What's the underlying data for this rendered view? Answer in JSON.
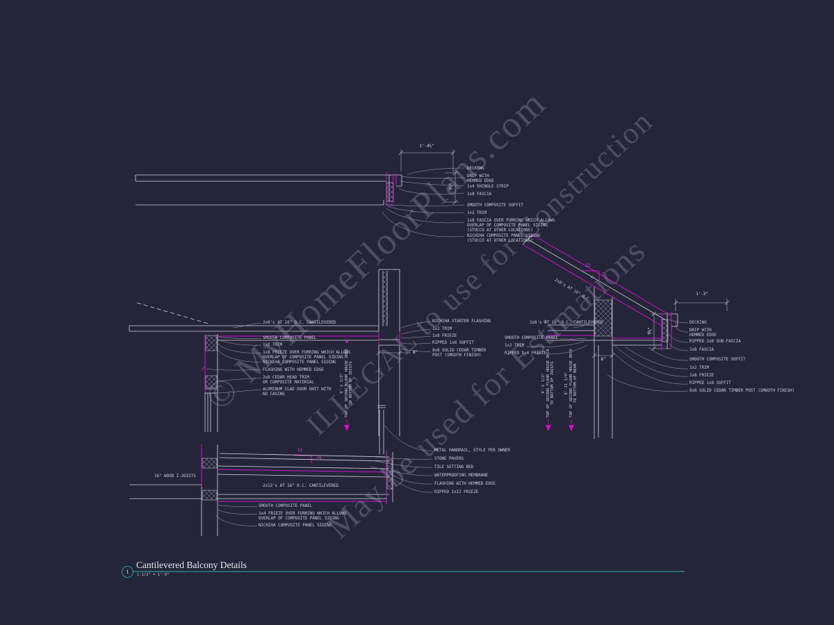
{
  "colors": {
    "background": "#252539",
    "linework": "#d4d4e0",
    "accent_magenta": "#d012d0",
    "title_teal": "#2e98a2",
    "watermark": "#9898ba"
  },
  "watermark": {
    "line1": "© MyHomeFloorPlans.com",
    "line2": "ILLEGAL to use for Construction",
    "line3": "May be used for Estimations"
  },
  "title_block": {
    "detail_number": "1",
    "title": "Cantilevered Balcony Details",
    "scale": "1-1/2\" = 1'-0\""
  },
  "detail_roof_fascia": {
    "dims": {
      "overhang": "1'-4½\"",
      "fascia_height": "9¼\""
    },
    "callouts": [
      "DECKING",
      "DRIP WITH\nHEMMED EDGE",
      "1x4 SHINGLE STRIP",
      "1x8 FASCIA",
      "SMOOTH COMPOSITE SOFFIT",
      "1x2 TRIM",
      "1x8 FASCIA OVER FURRING WHICH ALLOWS\nOVERLAP OF COMPOSITE PANEL SIDING\n(STUCCO AT OTHER LOCATIONS)",
      "NICHIHA COMPOSITE PANEL SIDING\n(STUCCO AT OTHER LOCATIONS)"
    ]
  },
  "detail_balcony_door": {
    "framing_label": "2x8's AT 16\" O.C. CANTILEVERED",
    "callouts_left": [
      "SMOOTH COMPOSITE PANEL",
      "1x2 TRIM",
      "1x8 FRIEZE OVER FURRING WHICH ALLOWS\nOVERLAP OF COMPOSITE PANEL SIDING",
      "NICHIHA COMPOSITE PANEL SIDING",
      "FLASHING WITH HEMMED EDGE",
      "2x8 CEDAR HEAD TRIM\nOR COMPOSITE MATERIAL",
      "ALUMINUM CLAD DOOR UNIT WITH\nNO CASING"
    ],
    "callouts_right": [
      "NICHIHA STARTER FLASHING",
      "1x2 TRIM",
      "1x8 FRIEZE",
      "RIPPED 1x8 SOFFIT",
      "8x8 SOLID CEDAR TIMBER\nPOST (SMOOTH FINISH)"
    ],
    "dims": {
      "post_width": "8\"",
      "height_joists": "9'-1 1/2\"\nTOP OF SECOND FLOOR HOUSE DECK\nTO BOTTOM OF JOISTS"
    }
  },
  "detail_sloped_roof": {
    "framing_label": "2x8's AT 16\" O.C. CANTILEVERED",
    "rafter_label": "2x8's AT 16\" O.C.",
    "slope": {
      "run": "12",
      "rise": "7"
    },
    "callouts_left": [
      "SMOOTH COMPOSITE PANEL",
      "1x2 TRIM",
      "RIPPED 1x4 FRIEZE"
    ],
    "callouts_right": [
      "DECKING",
      "DRIP WITH\nHEMMED EDGE",
      "RIPPED 2x8 SUB-FASCIA",
      "1x8 FASCIA",
      "SMOOTH COMPOSITE SOFFIT",
      "1x2 TRIM",
      "1x8 FRIEZE",
      "RIPPED 1x8 SOFFIT",
      "8x8 SOLID CEDAR TIMBER POST (SMOOTH FINISH)"
    ],
    "dims": {
      "overhang": "1'-3\"",
      "fascia_height": "9¼\"",
      "post_width": "8\"",
      "height_joists": "9'-1 1/2\"\nTOP OF SECOND FLOOR HOUSE DECK\nTO BOTTOM OF JOISTS",
      "height_beam": "8'-11 1/4\"\nTOP OF SECOND FLOOR HOUSE DECK\nTO BOTTOM OF BEAM"
    }
  },
  "detail_balcony_floor": {
    "joist_label": "16\" WOOD I-JOISTS",
    "framing_label": "2x12's AT 16\" O.C. CANTILEVERED",
    "slope": {
      "run": "12",
      "rise": ".25"
    },
    "callouts_left": [
      "SMOOTH COMPOSITE PANEL",
      "1x4 FRIEZE OVER FURRING WHICH ALLOWS\nOVERLAP OF COMPOSITE PANEL SIDING",
      "NICHIHA COMPOSITE PANEL SIDING"
    ],
    "callouts_right": [
      "METAL HANDRAIL, STYLE PER OWNER",
      "STONE PAVERS",
      "TILE SETTING BED",
      "WATERPROOFING MEMBRANE",
      "FLASHING WITH HEMMED EDGE",
      "RIPPED 1x12 FRIEZE"
    ]
  }
}
